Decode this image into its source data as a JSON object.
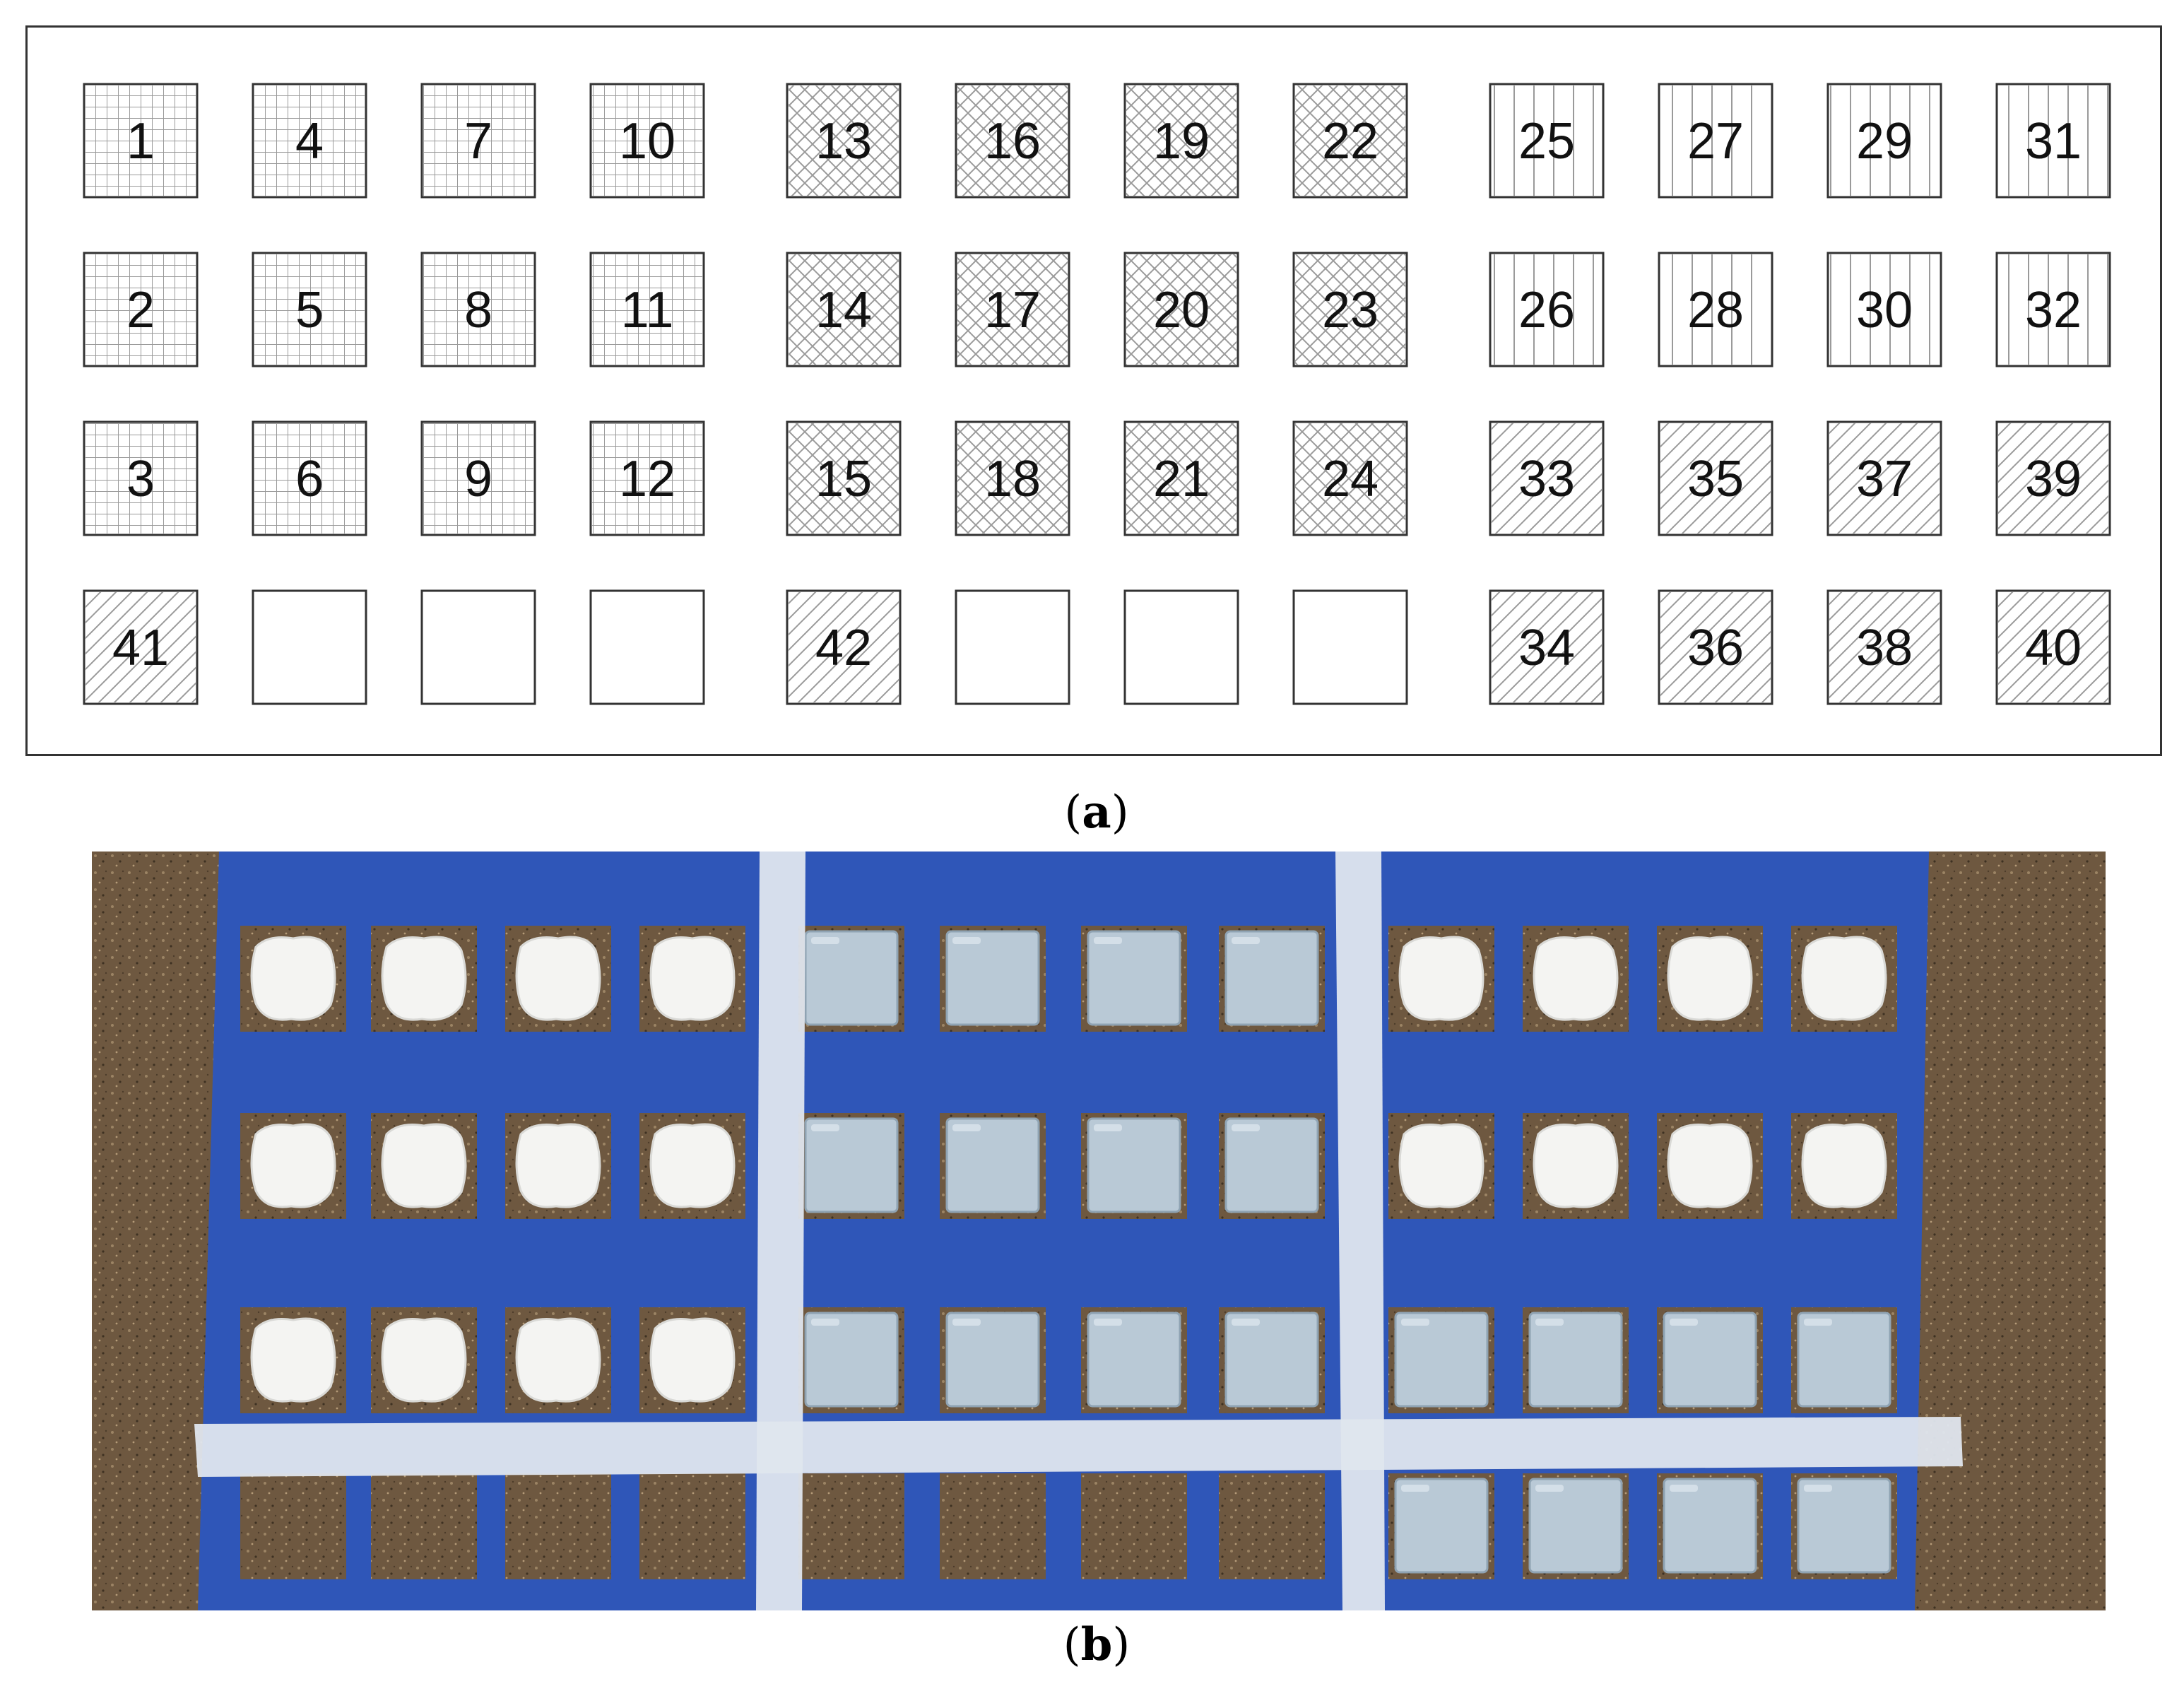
{
  "panel_a": {
    "caption": "a",
    "groups": [
      {
        "pattern": "grid",
        "columns": [
          [
            "1",
            "2",
            "3",
            "41"
          ],
          [
            "4",
            "5",
            "6",
            ""
          ],
          [
            "7",
            "8",
            "9",
            ""
          ],
          [
            "10",
            "11",
            "12",
            ""
          ]
        ]
      },
      {
        "pattern": "crosshatch",
        "columns": [
          [
            "13",
            "14",
            "15",
            "42"
          ],
          [
            "16",
            "17",
            "18",
            ""
          ],
          [
            "19",
            "20",
            "21",
            ""
          ],
          [
            "22",
            "23",
            "24",
            ""
          ]
        ]
      },
      {
        "pattern": "vertical",
        "columns": [
          [
            "25",
            "26",
            "33",
            "34"
          ],
          [
            "27",
            "28",
            "35",
            "36"
          ],
          [
            "29",
            "30",
            "37",
            "38"
          ],
          [
            "31",
            "32",
            "39",
            "40"
          ]
        ]
      }
    ],
    "diagonal_labels": [
      "33",
      "35",
      "37",
      "39",
      "34",
      "36",
      "38",
      "40",
      "41",
      "42"
    ],
    "colors": {
      "stroke": "#333333",
      "grid": "#9a9a9a",
      "text": "#111111"
    }
  },
  "panel_b": {
    "caption": "b",
    "rows": [
      [
        "cotton",
        "cotton",
        "cotton",
        "cotton",
        "gel",
        "gel",
        "gel",
        "gel",
        "cotton",
        "cotton",
        "cotton",
        "cotton"
      ],
      [
        "cotton",
        "cotton",
        "cotton",
        "cotton",
        "gel",
        "gel",
        "gel",
        "gel",
        "cotton",
        "cotton",
        "cotton",
        "cotton"
      ],
      [
        "cotton",
        "cotton",
        "cotton",
        "cotton",
        "gel",
        "gel",
        "gel",
        "gel",
        "gel",
        "gel",
        "gel",
        "gel"
      ],
      [
        "empty",
        "empty",
        "empty",
        "empty",
        "empty",
        "empty",
        "empty",
        "empty",
        "gel",
        "gel",
        "gel",
        "gel"
      ]
    ],
    "colors": {
      "board": "#2f56b8",
      "soil": "#6e5840",
      "tape": "#dfe6ee",
      "cotton": "#f4f4f2",
      "gel": "#b9c9d6"
    }
  }
}
